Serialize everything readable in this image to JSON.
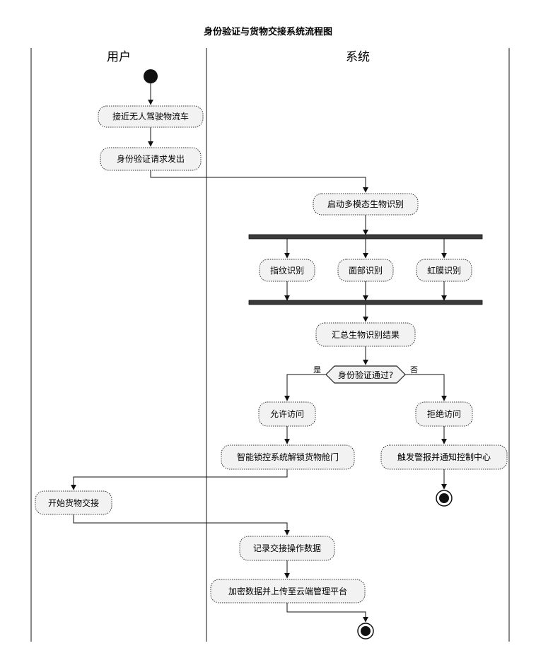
{
  "title": "身份验证与货物交接系统流程图",
  "lanes": {
    "user": "用户",
    "system": "系统"
  },
  "nodes": {
    "approach": "接近无人驾驶物流车",
    "request": "身份验证请求发出",
    "start_recognition": "启动多模态生物识别",
    "fingerprint": "指纹识别",
    "face": "面部识别",
    "iris": "虹膜识别",
    "aggregate": "汇总生物识别结果",
    "decision": "身份验证通过?",
    "allow": "允许访问",
    "deny": "拒绝访问",
    "unlock": "智能锁控系统解锁货物舱门",
    "alarm": "触发警报并通知控制中心",
    "handover": "开始货物交接",
    "record": "记录交接操作数据",
    "encrypt": "加密数据并上传至云端管理平台"
  },
  "branches": {
    "yes": "是",
    "no": "否"
  }
}
